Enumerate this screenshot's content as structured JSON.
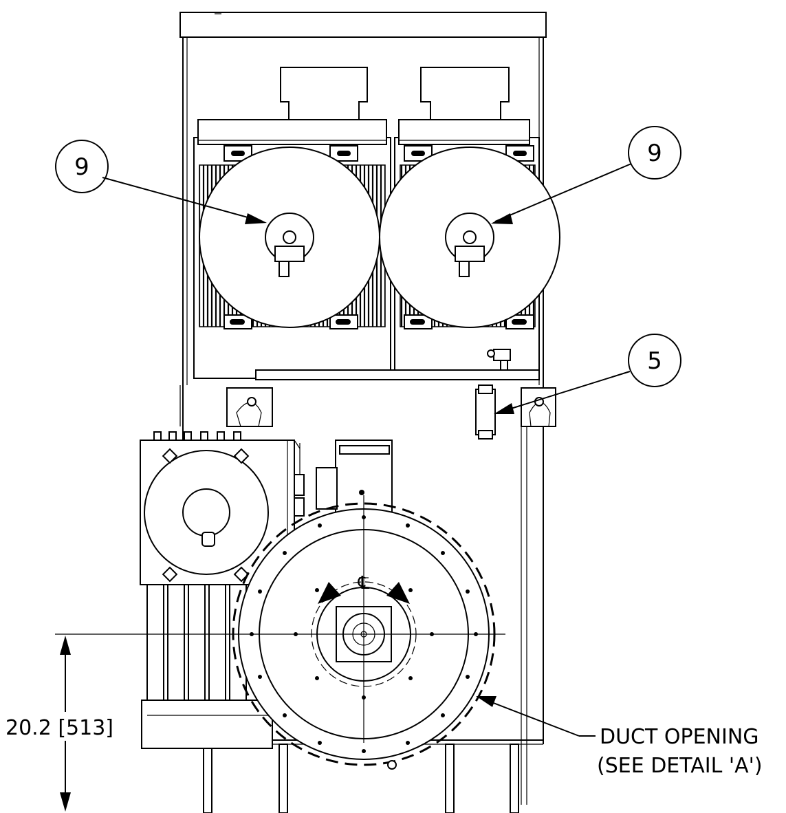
{
  "drawing": {
    "callouts": [
      {
        "id": "fan-left",
        "label": "9"
      },
      {
        "id": "fan-right",
        "label": "9"
      },
      {
        "id": "fitting",
        "label": "5"
      }
    ],
    "dimension": {
      "label": "20.2 [513]"
    },
    "note": {
      "line1": "DUCT OPENING",
      "line2": "(SEE DETAIL 'A')"
    },
    "centerline_symbol": "℄"
  }
}
